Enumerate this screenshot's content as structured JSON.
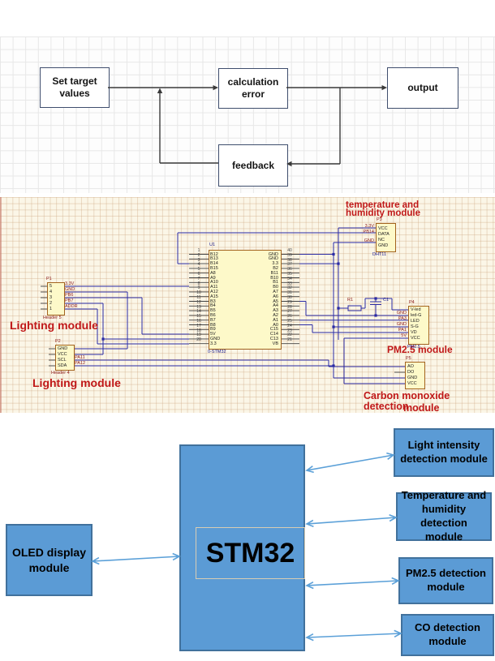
{
  "flowchart": {
    "nodes": {
      "set_target": "Set target\nvalues",
      "calc_error": "calculation\nerror",
      "output": "output",
      "feedback": "feedback"
    }
  },
  "schematic": {
    "titles": {
      "temp_humidity": "temperature and\nhumidity module",
      "lighting1": "Lighting module",
      "lighting2": "Lighting module",
      "pm25": "PM2.5 module",
      "co_line1": "Carbon monoxide detection",
      "co_line2": "module"
    },
    "chip": {
      "designator": "U1",
      "comment": "0-STM32",
      "left_pins": [
        "B12",
        "B13",
        "B14",
        "B15",
        "A8",
        "A9",
        "A10",
        "A11",
        "A12",
        "A15",
        "B3",
        "B4",
        "B5",
        "B6",
        "B7",
        "B8",
        "B9",
        "5V",
        "GND",
        "3.3"
      ],
      "left_nums": [
        "1",
        "2",
        "3",
        "4",
        "5",
        "6",
        "7",
        "8",
        "9",
        "10",
        "11",
        "12",
        "13",
        "14",
        "15",
        "16",
        "17",
        "18",
        "19",
        "20"
      ],
      "right_pins": [
        "GND",
        "GND",
        "3.3",
        "B2",
        "B11",
        "B10",
        "B1",
        "B0",
        "A7",
        "A6",
        "A5",
        "A4",
        "A3",
        "A2",
        "A1",
        "A0",
        "C15",
        "C14",
        "C13",
        "VB"
      ],
      "right_nums": [
        "40",
        "39",
        "38",
        "37",
        "36",
        "35",
        "34",
        "33",
        "32",
        "31",
        "30",
        "29",
        "28",
        "27",
        "26",
        "25",
        "24",
        "23",
        "22",
        "21"
      ]
    },
    "connectors": [
      {
        "designator": "P1",
        "comment": "Header 5",
        "pins": [
          "5",
          "4",
          "3",
          "2",
          "1"
        ],
        "net_labels": [
          "3.3V",
          "GND",
          "PB6",
          "PB7",
          "ADDR"
        ]
      },
      {
        "designator": "P2",
        "comment": "Header 4",
        "pins": [
          "GND",
          "VCC",
          "SCL",
          "SDA"
        ],
        "net_labels": [
          "",
          "",
          "PA11",
          "PA12"
        ]
      },
      {
        "designator": "P3",
        "comment": "DHT11",
        "pins": [
          "VCC",
          "DATA",
          "NC",
          "GND"
        ],
        "net_labels": [
          "3.3V",
          "PB14",
          "",
          "GND"
        ]
      },
      {
        "designator": "P4",
        "comment": "PM2.5",
        "pins": [
          "V-led",
          "led-G",
          "LED",
          "S-G",
          "VD",
          "VCC"
        ],
        "net_labels": [
          "",
          "GND",
          "PA3",
          "GND",
          "PA1",
          "5V"
        ]
      },
      {
        "designator": "P5",
        "comment": "",
        "pins": [
          "AO",
          "DO",
          "GND",
          "VCC"
        ],
        "net_labels": [
          "",
          "",
          "",
          ""
        ]
      }
    ],
    "parts": {
      "r1": "R1",
      "c1": "C1"
    }
  },
  "block_diagram": {
    "center": "STM32",
    "oled": "OLED display\nmodule",
    "light": "Light intensity\ndetection module",
    "temp": "Temperature and\nhumidity detection\nmodule",
    "pm25": "PM2.5 detection\nmodule",
    "co": "CO detection\nmodule"
  },
  "colors": {
    "wire": "#2a2aa4",
    "stub": "#3f3f3f",
    "flow_arrow": "#3a3a3a",
    "block_fill": "#5b9bd5",
    "block_border": "#41719c",
    "block_arrow": "#5ba0d8",
    "module_title": "#c01818",
    "net_label": "#8b1a1a",
    "chip_fill": "#fdf9c9",
    "chip_border": "#a3631e",
    "schematic_bg": "#fbf6e7",
    "flow_box_border": "#3f4e6d"
  }
}
